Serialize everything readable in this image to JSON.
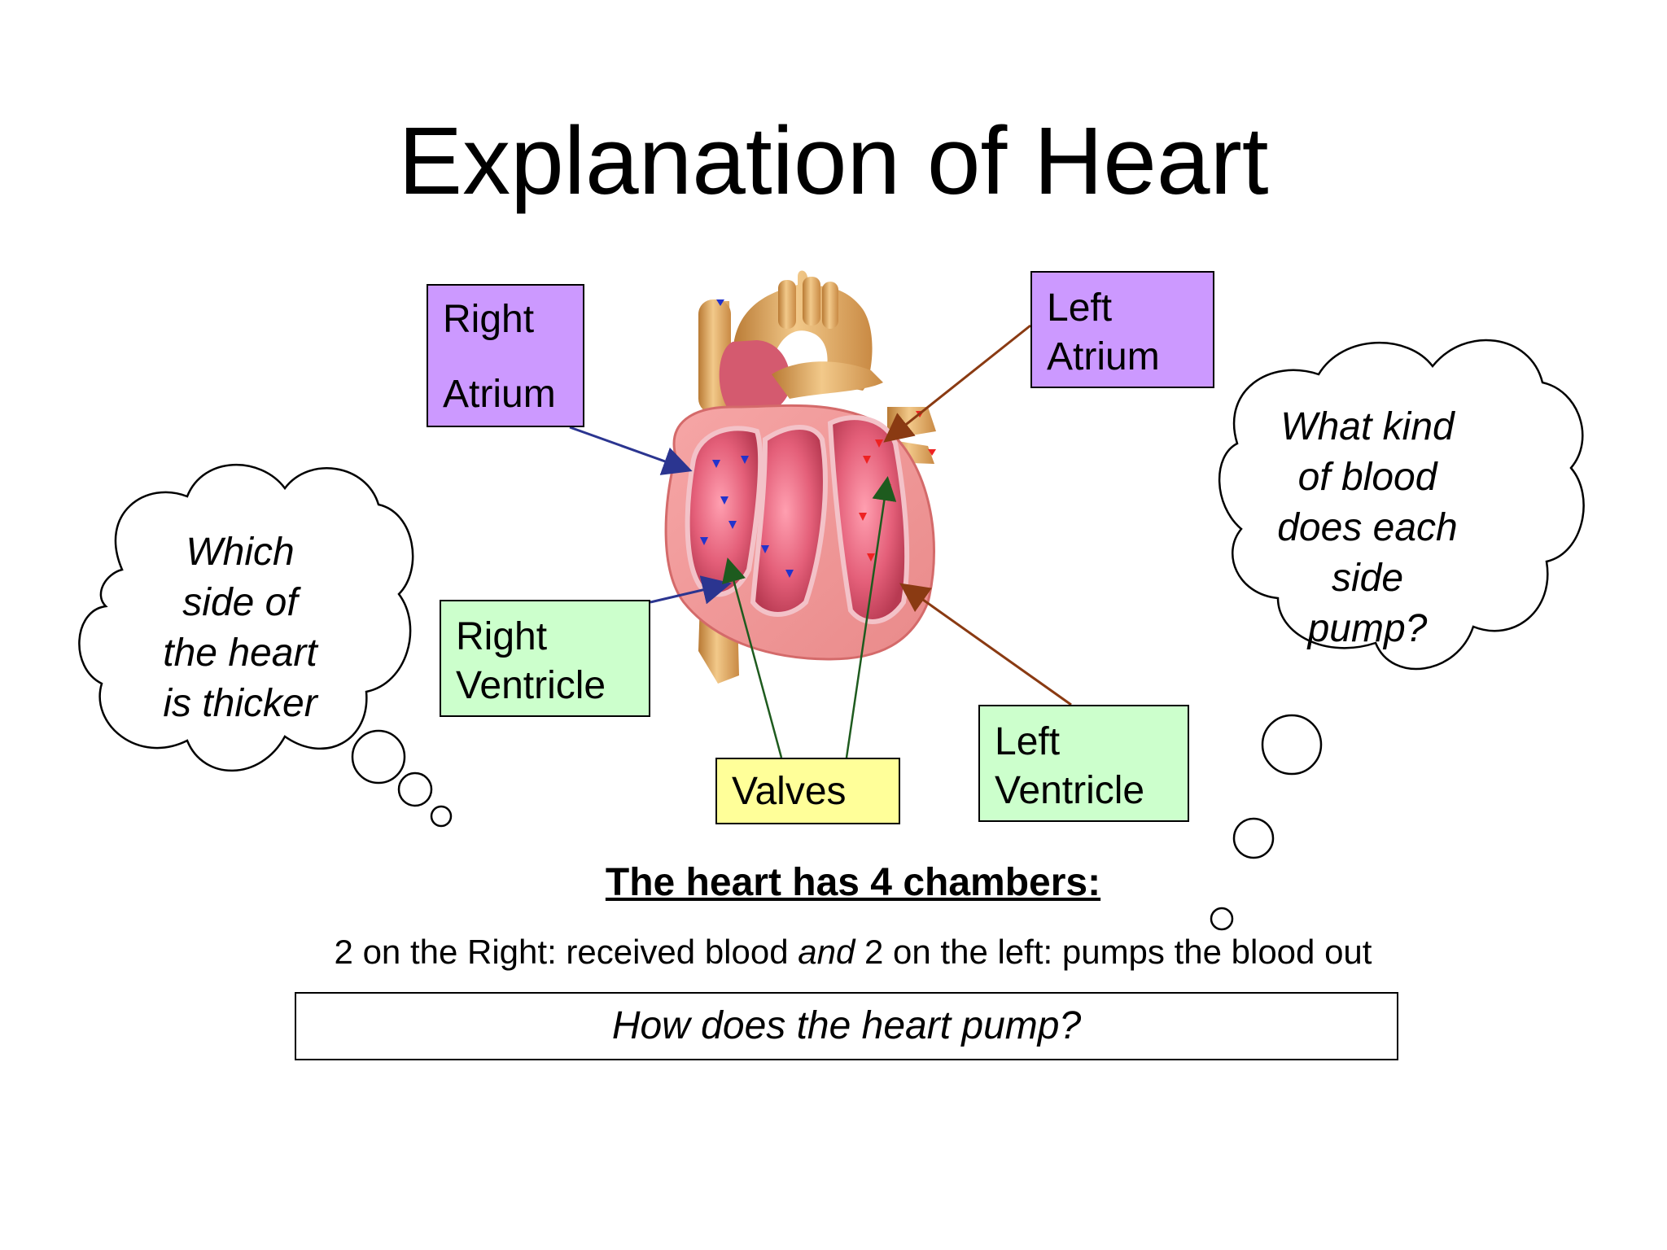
{
  "title": "Explanation of Heart",
  "labels": {
    "right_atrium": [
      "Right",
      "Atrium"
    ],
    "left_atrium": [
      "Left",
      "Atrium"
    ],
    "right_ventricle": [
      "Right",
      "Ventricle"
    ],
    "left_ventricle": [
      "Left",
      "Ventricle"
    ],
    "valves": "Valves"
  },
  "thoughts": {
    "left": [
      "Which",
      "side of",
      "the heart",
      "is thicker"
    ],
    "right": [
      "What kind",
      "of blood",
      "does each",
      "side",
      "pump?"
    ]
  },
  "chambers_heading": "The heart has 4 chambers:",
  "chambers_line": {
    "part1": "2 on the Right: received blood ",
    "emphasis": "and",
    "part2": " 2 on the left: pumps the blood out"
  },
  "question": "How does the heart pump?",
  "colors": {
    "purple_box": "#cc99ff",
    "green_box": "#ccffcc",
    "yellow_box": "#ffff99",
    "arrow_blue": "#2b3590",
    "arrow_brown": "#8a3a12",
    "arrow_green": "#1e5b1e",
    "heart_pink": "#e66e86",
    "vessel_tan": "#d9a05a"
  }
}
